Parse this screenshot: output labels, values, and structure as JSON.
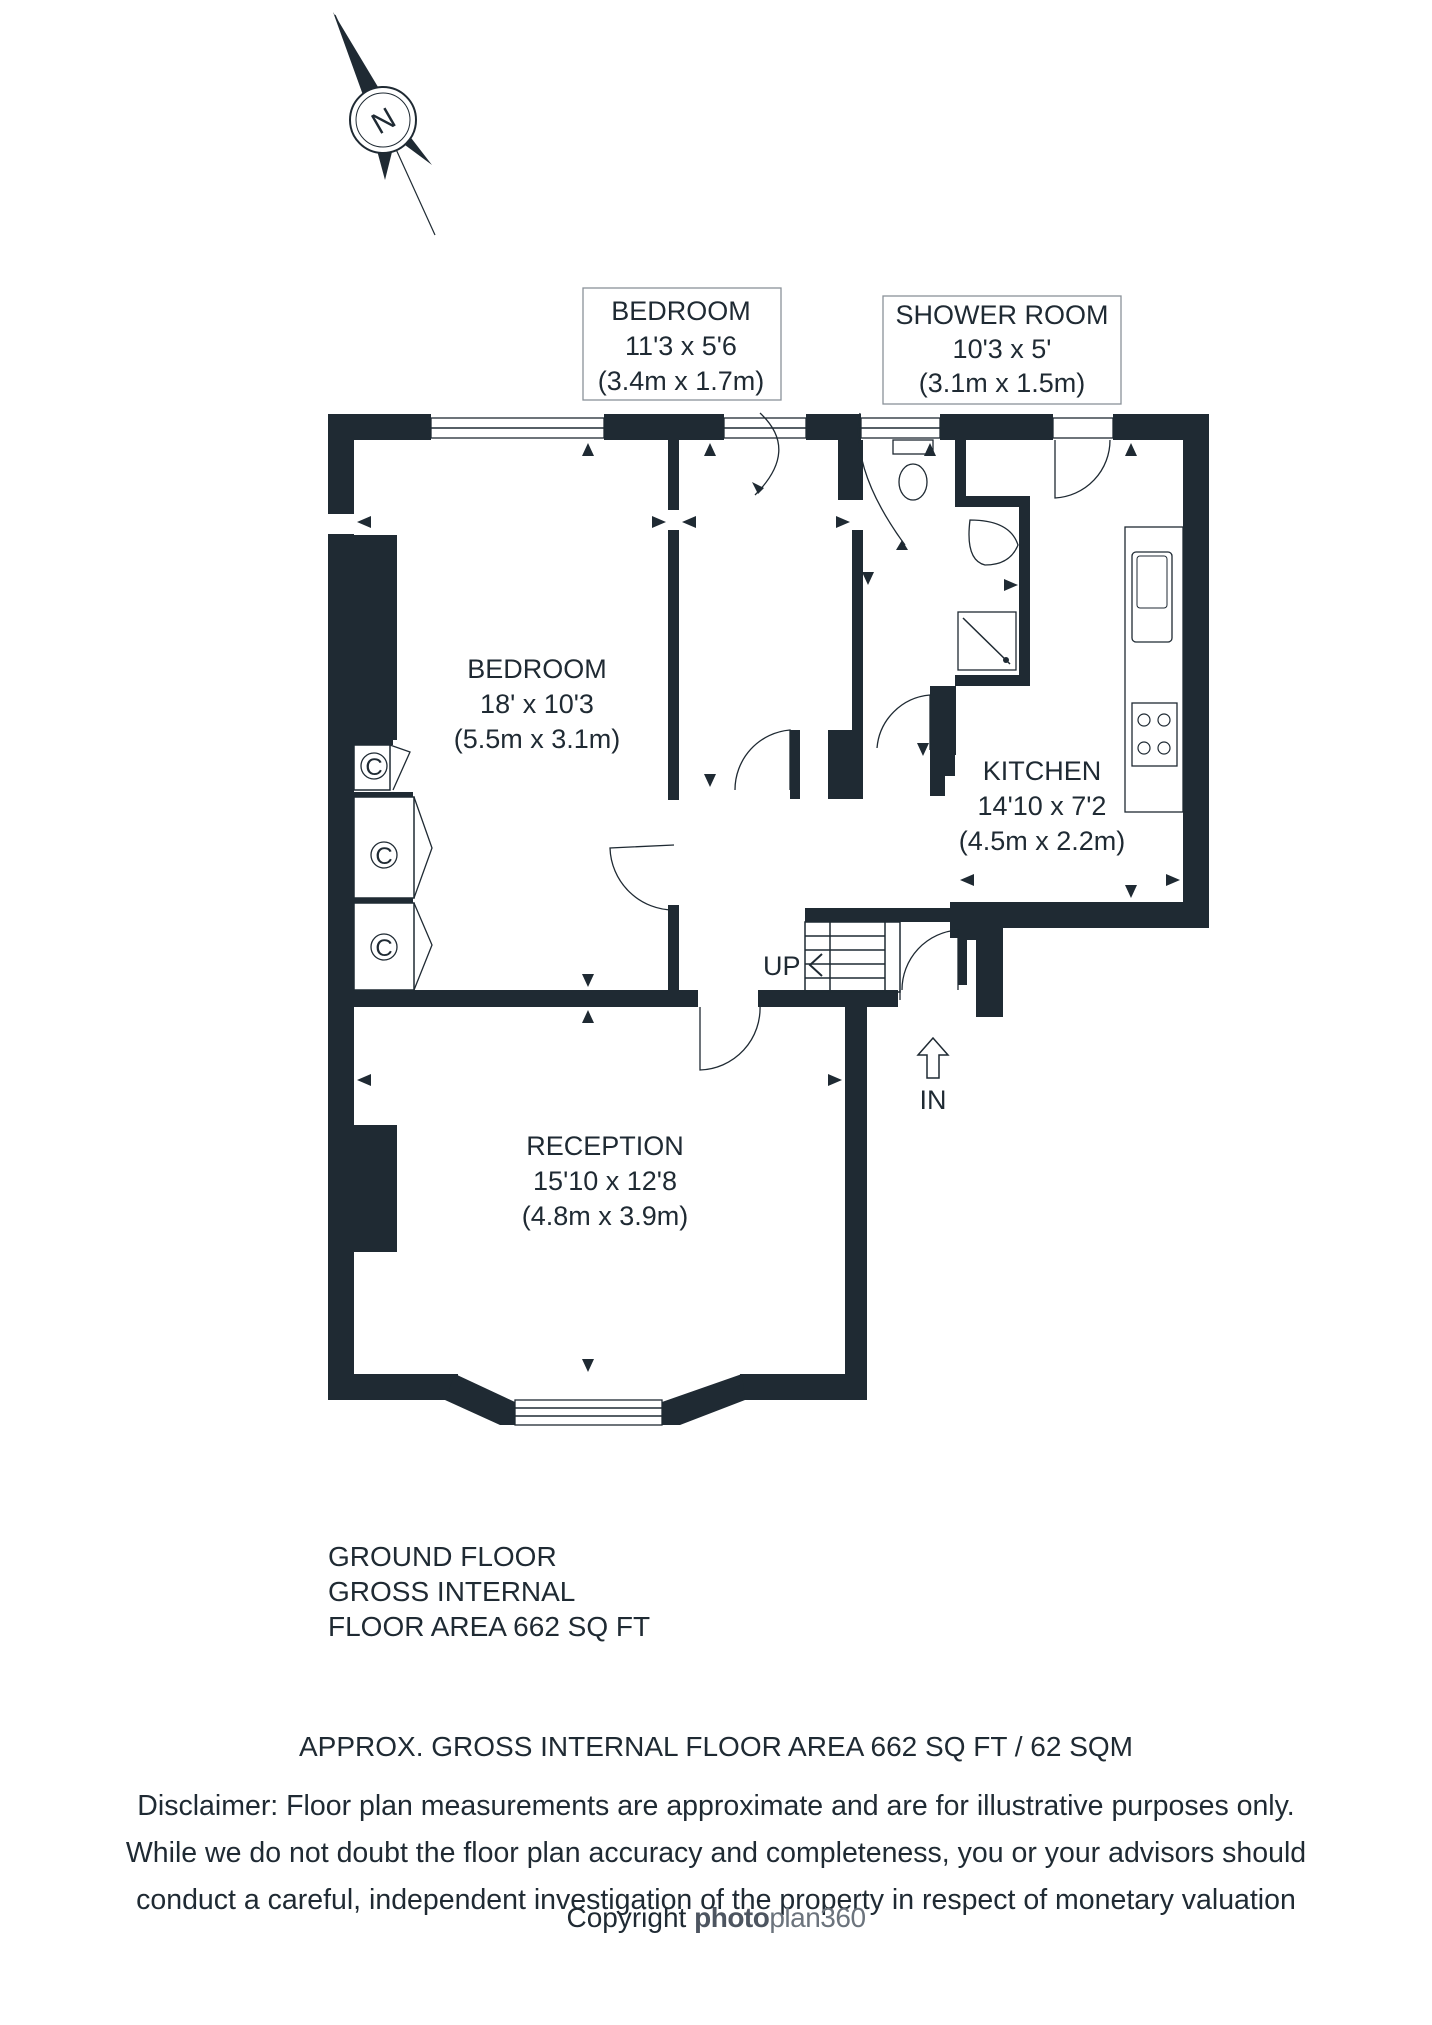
{
  "compass": {
    "label": "N"
  },
  "rooms": {
    "bedroom_small": {
      "name": "BEDROOM",
      "imperial": "11'3 x 5'6",
      "metric": "(3.4m x 1.7m)"
    },
    "shower_room": {
      "name": "SHOWER ROOM",
      "imperial": "10'3 x 5'",
      "metric": "(3.1m x 1.5m)"
    },
    "bedroom_main": {
      "name": "BEDROOM",
      "imperial": "18' x 10'3",
      "metric": "(5.5m x 3.1m)"
    },
    "kitchen": {
      "name": "KITCHEN",
      "imperial": "14'10 x 7'2",
      "metric": "(4.5m x 2.2m)"
    },
    "reception": {
      "name": "RECEPTION",
      "imperial": "15'10 x 12'8",
      "metric": "(4.8m x 3.9m)"
    }
  },
  "labels": {
    "stairs": "UP",
    "entrance": "IN",
    "cupboard": "C"
  },
  "floor_summary": {
    "line1": "GROUND FLOOR",
    "line2": "GROSS INTERNAL",
    "line3": "FLOOR AREA 662 SQ FT"
  },
  "total_area": "APPROX. GROSS INTERNAL FLOOR AREA 662 SQ FT / 62 SQM",
  "disclaimer": {
    "line1": "Disclaimer: Floor plan measurements are approximate and are for illustrative purposes only.",
    "line2": "While we do not doubt the floor plan accuracy and completeness, you or your advisors should",
    "line3": "conduct a careful, independent investigation of the property in respect of monetary valuation"
  },
  "copyright": {
    "prefix": "Copyright",
    "brand_bold": "photo",
    "brand_light": "plan360"
  }
}
